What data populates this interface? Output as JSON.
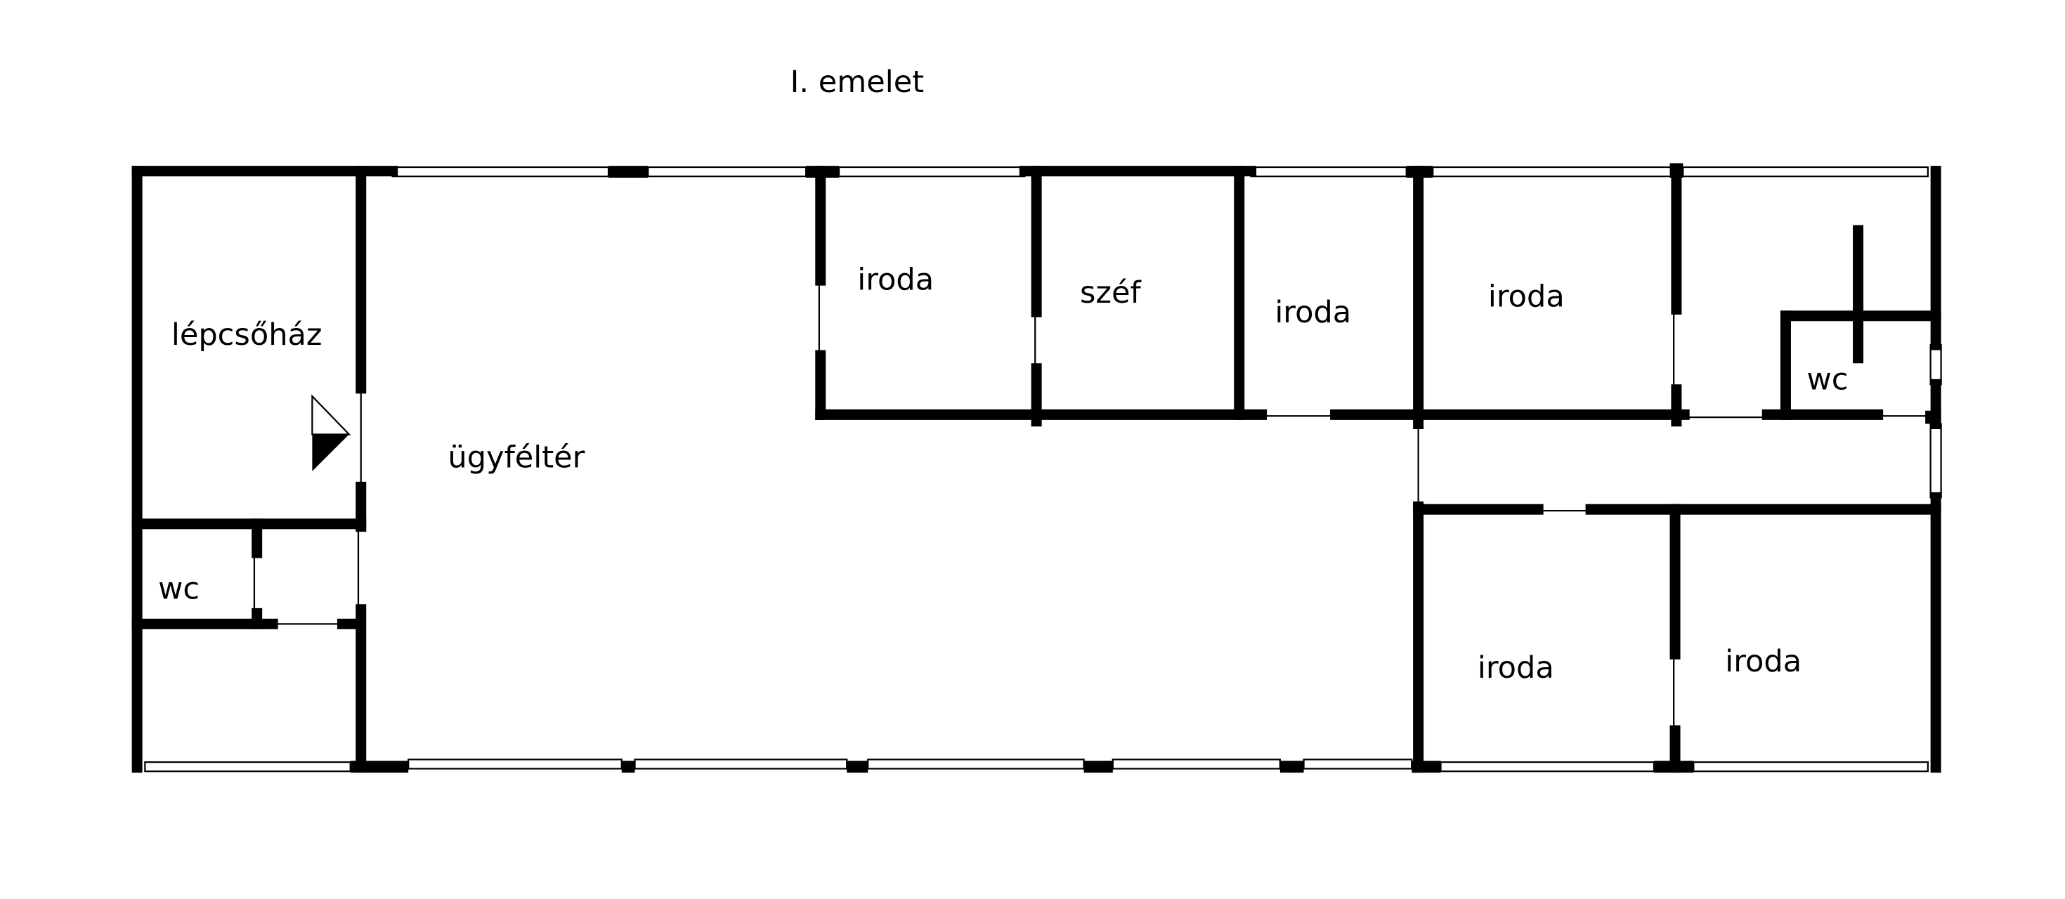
{
  "title": "I. emelet",
  "rooms": {
    "staircase": "lépcsőház",
    "client_area": "ügyféltér",
    "office_1": "iroda",
    "safe": "széf",
    "office_2": "iroda",
    "office_3": "iroda",
    "wc_right": "wc",
    "wc_left": "wc",
    "office_4": "iroda",
    "office_5": "iroda"
  },
  "colors": {
    "wall": "#000000",
    "background": "#ffffff"
  }
}
